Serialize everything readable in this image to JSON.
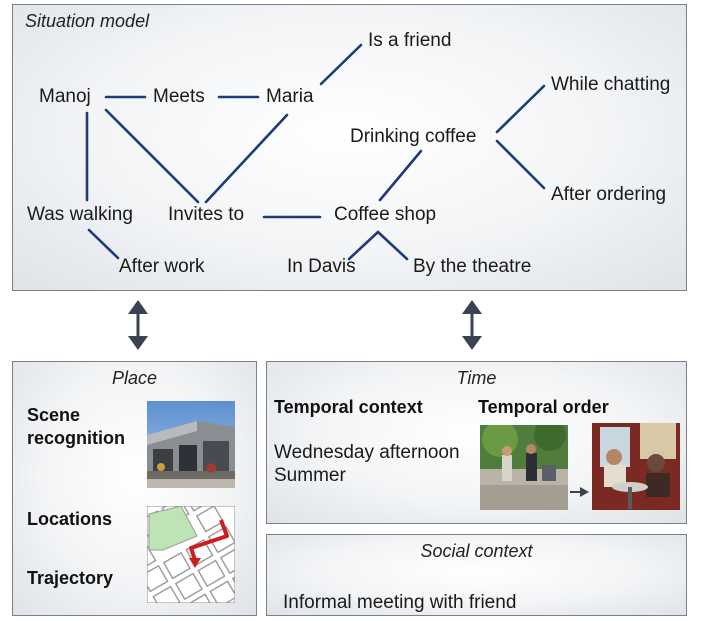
{
  "situation_model": {
    "title": "Situation model",
    "nodes": {
      "manoj": "Manoj",
      "meets": "Meets",
      "maria": "Maria",
      "is_a_friend": "Is a friend",
      "while_chatting": "While chatting",
      "drinking_coffee": "Drinking coffee",
      "after_ordering": "After ordering",
      "was_walking": "Was walking",
      "invites_to": "Invites to",
      "coffee_shop": "Coffee shop",
      "after_work": "After work",
      "in_davis": "In Davis",
      "by_the_theatre": "By the theatre"
    }
  },
  "place": {
    "title": "Place",
    "scene_recognition": "Scene\nrecognition",
    "locations": "Locations",
    "trajectory": "Trajectory"
  },
  "time": {
    "title": "Time",
    "temporal_context": "Temporal context",
    "temporal_order": "Temporal order",
    "context_lines": [
      "Wednesday afternoon",
      "Summer"
    ]
  },
  "social": {
    "title": "Social context",
    "text": "Informal meeting with friend"
  },
  "colors": {
    "edge": "#1f3a78",
    "arrow": "#3a4450",
    "route": "#cc1e1e",
    "map_green": "#bde3b6"
  }
}
